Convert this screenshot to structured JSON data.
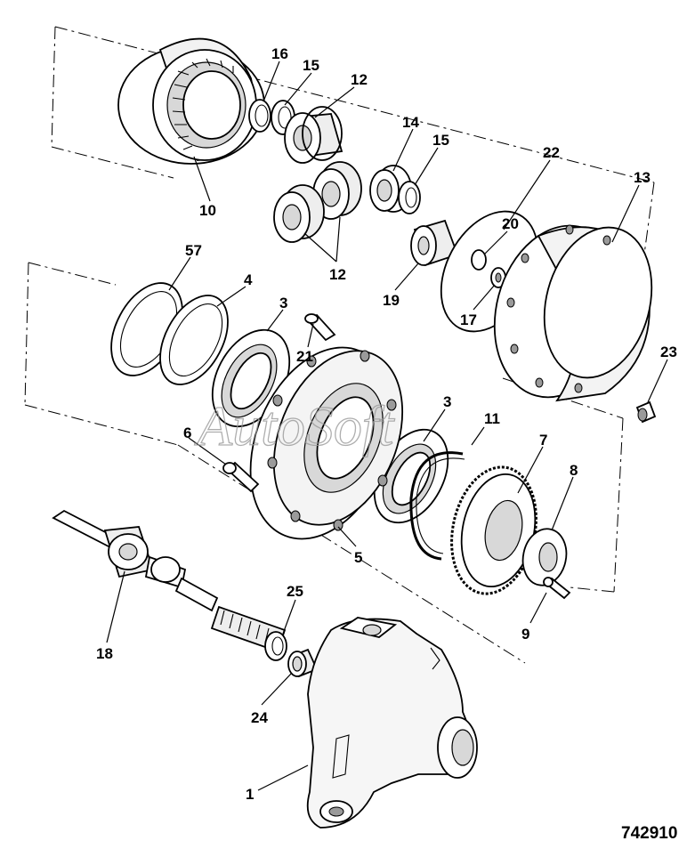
{
  "figure": {
    "reference_number": "742910",
    "watermark": "AutoSoft"
  },
  "callouts": [
    {
      "id": "c10",
      "label": "10"
    },
    {
      "id": "c16",
      "label": "16"
    },
    {
      "id": "c15a",
      "label": "15"
    },
    {
      "id": "c12a",
      "label": "12"
    },
    {
      "id": "c14",
      "label": "14"
    },
    {
      "id": "c15b",
      "label": "15"
    },
    {
      "id": "c12b",
      "label": "12"
    },
    {
      "id": "c22",
      "label": "22"
    },
    {
      "id": "c13",
      "label": "13"
    },
    {
      "id": "c20",
      "label": "20"
    },
    {
      "id": "c19",
      "label": "19"
    },
    {
      "id": "c17",
      "label": "17"
    },
    {
      "id": "c57",
      "label": "57"
    },
    {
      "id": "c4",
      "label": "4"
    },
    {
      "id": "c3a",
      "label": "3"
    },
    {
      "id": "c21",
      "label": "21"
    },
    {
      "id": "c23",
      "label": "23"
    },
    {
      "id": "c3b",
      "label": "3"
    },
    {
      "id": "c11",
      "label": "11"
    },
    {
      "id": "c6",
      "label": "6"
    },
    {
      "id": "c7",
      "label": "7"
    },
    {
      "id": "c8",
      "label": "8"
    },
    {
      "id": "c5",
      "label": "5"
    },
    {
      "id": "c9",
      "label": "9"
    },
    {
      "id": "c25",
      "label": "25"
    },
    {
      "id": "c18",
      "label": "18"
    },
    {
      "id": "c24",
      "label": "24"
    },
    {
      "id": "c1",
      "label": "1"
    }
  ]
}
